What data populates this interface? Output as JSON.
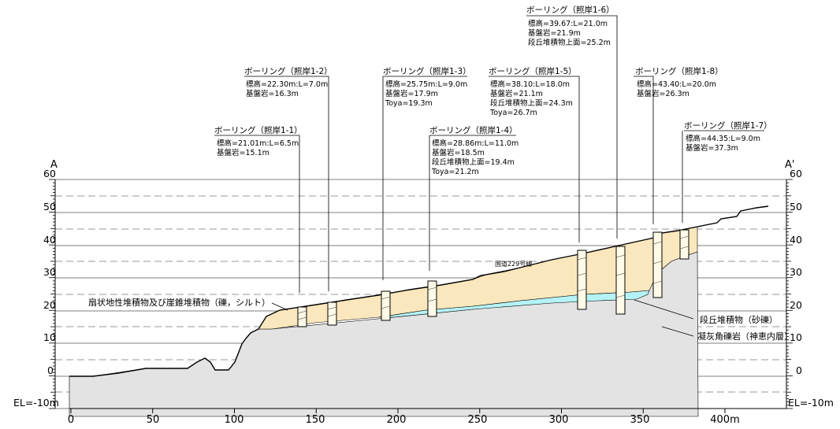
{
  "section": {
    "left_label": "A",
    "right_label": "A'",
    "bottom_left_label": "EL=-10m",
    "bottom_right_label": "EL=-10m",
    "elevations": [
      {
        "value": 60,
        "label": "60"
      },
      {
        "value": 50,
        "label": "50"
      },
      {
        "value": 40,
        "label": "40"
      },
      {
        "value": 30,
        "label": "30"
      },
      {
        "value": 20,
        "label": "20"
      },
      {
        "value": 10,
        "label": "10"
      },
      {
        "value": 0,
        "label": "0"
      }
    ],
    "x_ticks": [
      {
        "value": 0,
        "label": "0"
      },
      {
        "value": 50,
        "label": "50"
      },
      {
        "value": 100,
        "label": "100"
      },
      {
        "value": 150,
        "label": "150"
      },
      {
        "value": 200,
        "label": "200"
      },
      {
        "value": 250,
        "label": "250"
      },
      {
        "value": 300,
        "label": "300"
      },
      {
        "value": 350,
        "label": "350"
      },
      {
        "value": 400,
        "label": "400m"
      }
    ]
  },
  "boreholes": [
    {
      "title": "ボーリング（照岸1-1）",
      "lines": [
        "標高=21.01m:L=6.5m",
        "基盤岩=15.1m"
      ]
    },
    {
      "title": "ボーリング（照岸1-2）",
      "lines": [
        "標高=22.30m:L=7.0m",
        "基盤岩=16.3m"
      ]
    },
    {
      "title": "ボーリング（照岸1-3）",
      "lines": [
        "標高=25.75m:L=9.0m",
        "基盤岩=17.9m",
        "Toya=19.3m"
      ]
    },
    {
      "title": "ボーリング（照岸1-4）",
      "lines": [
        "標高=28.86m:L=11.0m",
        "基盤岩=18.5m",
        "段丘堆積物上面=19.4m",
        "Toya=21.2m"
      ]
    },
    {
      "title": "ボーリング（照岸1-5）",
      "lines": [
        "標高=38.10:L=18.0m",
        "基盤岩=21.1m",
        "段丘堆積物上面=24.3m",
        "Toya=26.7m"
      ]
    },
    {
      "title": "ボーリング（照岸1-6）",
      "lines": [
        "標高=39.67:L=21.0m",
        "基盤岩=21.9m",
        "段丘堆積物上面=25.2m"
      ]
    },
    {
      "title": "ボーリング（照岸1-7）",
      "lines": [
        "標高=44.35:L=9.0m",
        "基盤岩=37.3m"
      ]
    },
    {
      "title": "ボーリング（照岸1-8）",
      "lines": [
        "標高=43.40:L=20.0m",
        "基盤岩=26.3m"
      ]
    }
  ],
  "layers": {
    "fan": "扇状地性堆積物及び崖錐堆積物（礫，シルト）",
    "terrace": "段丘堆積物（砂礫）",
    "bedrock": "凝灰角礫岩（神恵内層）",
    "road": "国道229号線"
  },
  "colors": {
    "fan": "#fbe7bd",
    "terrace": "#b4f2f5",
    "bedrock": "#e3e3e3",
    "line": "#000000"
  }
}
